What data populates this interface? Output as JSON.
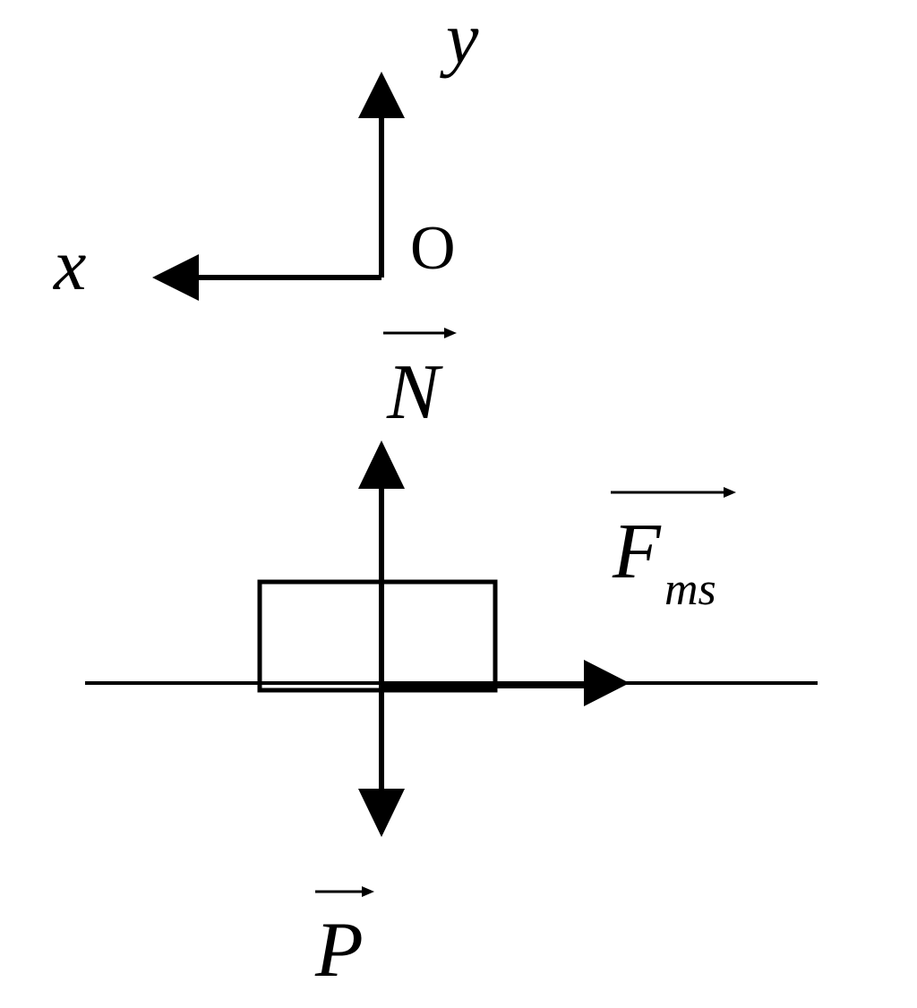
{
  "axes": {
    "x_label": "x",
    "y_label": "y",
    "origin_label": "O"
  },
  "forces": {
    "normal": {
      "symbol": "N"
    },
    "weight": {
      "symbol": "P"
    },
    "friction": {
      "symbol": "F",
      "subscript": "ms"
    }
  },
  "colors": {
    "ink": "#000000",
    "background": "#ffffff"
  }
}
